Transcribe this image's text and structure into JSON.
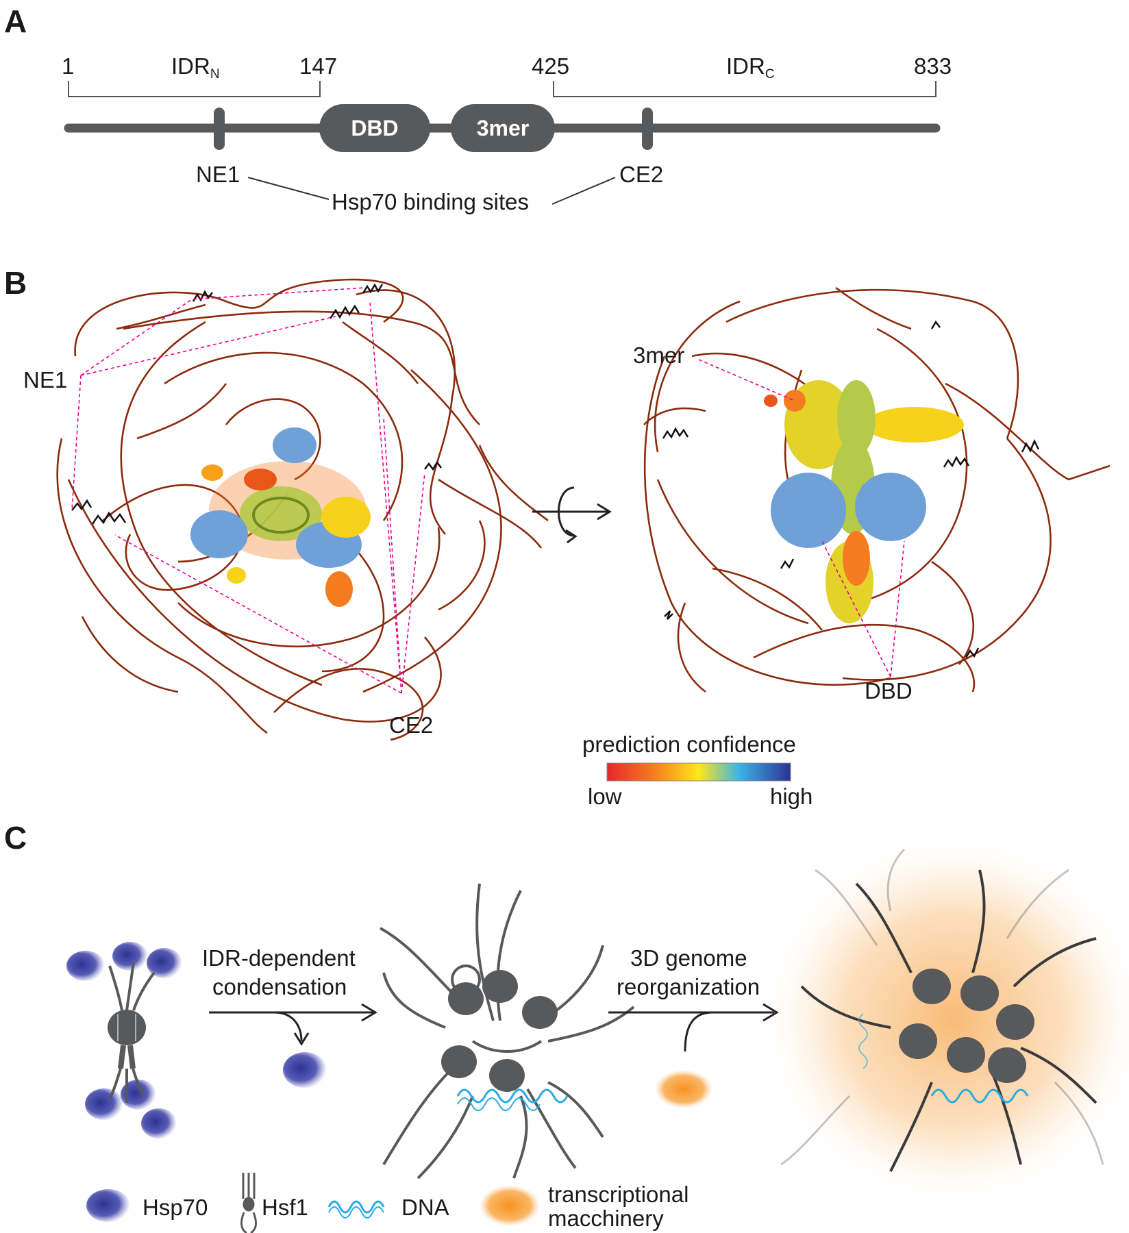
{
  "panels": {
    "a": "A",
    "b": "B",
    "c": "C"
  },
  "panel_a": {
    "positions": {
      "p1": "1",
      "p147": "147",
      "p425": "425",
      "p833": "833"
    },
    "idr_n": {
      "text": "IDR",
      "sub": "N"
    },
    "idr_c": {
      "text": "IDR",
      "sub": "C"
    },
    "domains": {
      "dbd": "DBD",
      "trimer": "3mer"
    },
    "sites": {
      "ne1": "NE1",
      "ce2": "CE2",
      "caption": "Hsp70 binding sites"
    }
  },
  "panel_b": {
    "left_labels": {
      "ne1": "NE1",
      "ce2": "CE2"
    },
    "right_labels": {
      "trimer": "3mer",
      "dbd": "DBD"
    },
    "colorbar": {
      "title": "prediction confidence",
      "low": "low",
      "high": "high",
      "colors": [
        "#e8262a",
        "#f47b20",
        "#ffe71a",
        "#3bb4e8",
        "#2e3192"
      ]
    }
  },
  "panel_c": {
    "step1": {
      "line1": "IDR-dependent",
      "line2": "condensation"
    },
    "step2": {
      "line1": "3D genome",
      "line2": "reorganization"
    },
    "legend": {
      "hsp70": "Hsp70",
      "hsf1": "Hsf1",
      "dna": "DNA",
      "machinery_line1": "transcriptional",
      "machinery_line2": "macchinery"
    }
  },
  "colors": {
    "protein_gray": "#58595b",
    "hsp70_blue": "#2e3192",
    "dna_cyan": "#29abe2",
    "machinery_orange": "#f7931e",
    "connector_magenta": "#ec008c",
    "disorder_brown": "#8b2a0c"
  }
}
